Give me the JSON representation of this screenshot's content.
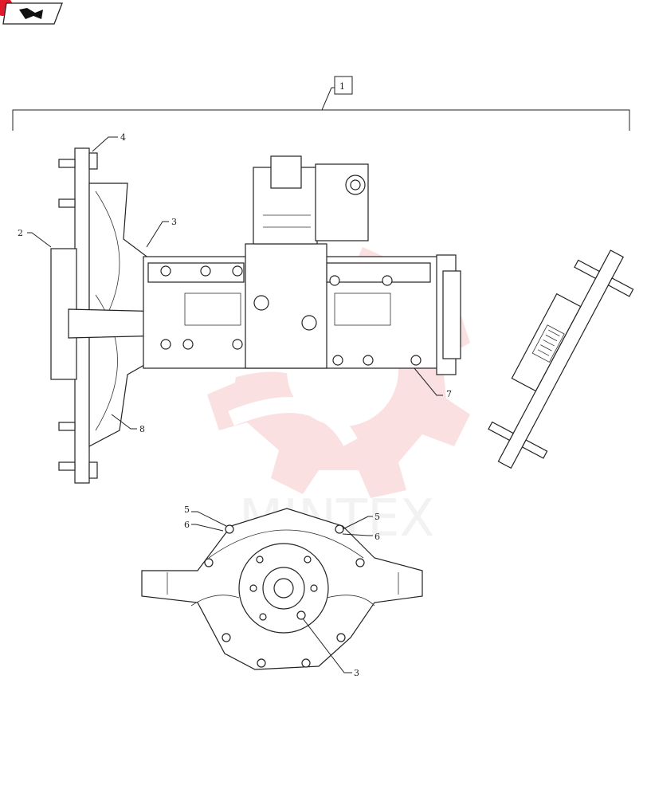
{
  "corner": {
    "badge_color": "#e0192b",
    "icon": "book-open-icon"
  },
  "callouts": {
    "assembly": "1",
    "c2": "2",
    "c3": "3",
    "c4": "4",
    "c7": "7",
    "c8": "8",
    "c5a": "5",
    "c6a": "6",
    "c5b": "5",
    "c6b": "6",
    "c3b": "3"
  },
  "watermark": {
    "text": "MINTEX",
    "color": "#f5b5b8"
  }
}
